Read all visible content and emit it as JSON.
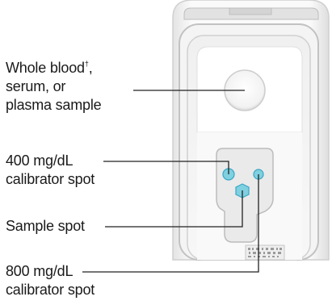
{
  "labels": {
    "whole_blood": {
      "line1": "Whole blood",
      "line1_mark": "†",
      "line1_suffix": ",",
      "line2": "serum, or",
      "line3": "plasma sample"
    },
    "cal400": {
      "line1": "400 mg/dL",
      "line2": "calibrator spot"
    },
    "sample_spot": {
      "line1": "Sample spot"
    },
    "cal800": {
      "line1": "800 mg/dL",
      "line2": "calibrator spot"
    }
  },
  "colors": {
    "spot_fill": "#7fd0e0",
    "spot_stroke": "#3aa6c4",
    "leader": "#222222",
    "device_edge": "#c8c8c8",
    "device_fill": "#f6f6f6"
  }
}
